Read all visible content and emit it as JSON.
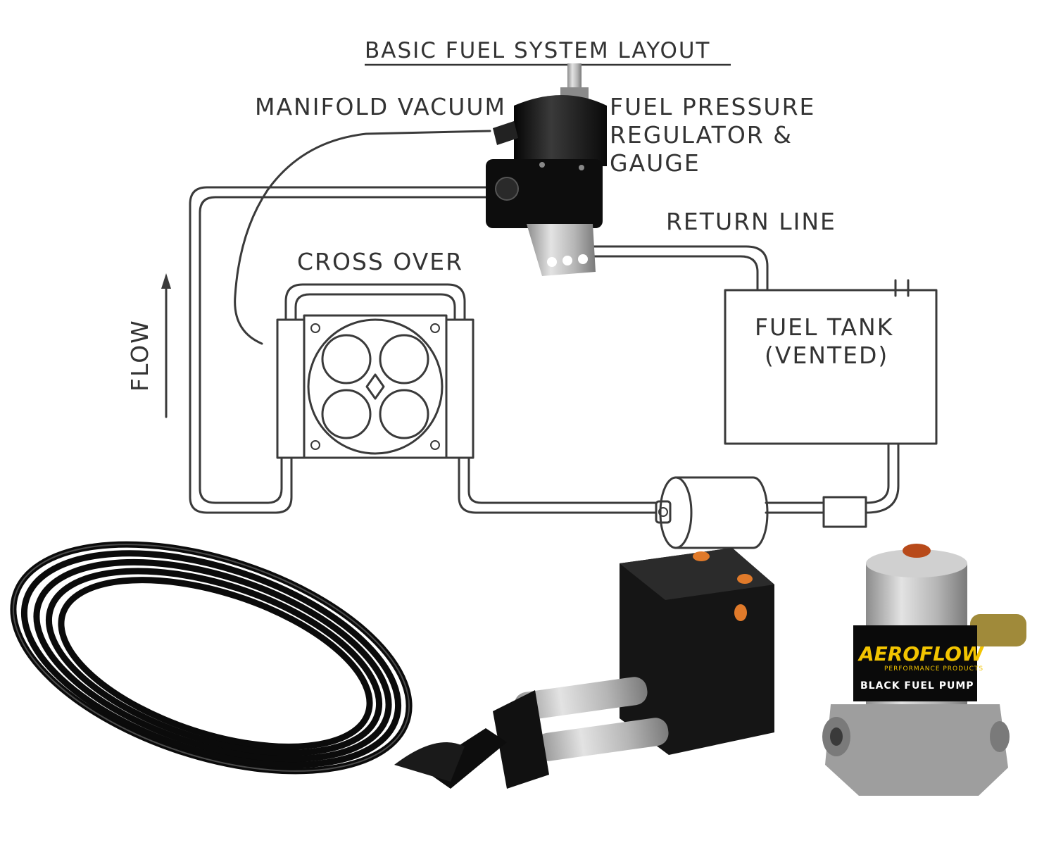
{
  "diagram": {
    "title": "BASIC FUEL SYSTEM LAYOUT",
    "labels": {
      "manifold_vacuum": "MANIFOLD VACUUM",
      "regulator_line1": "FUEL PRESSURE",
      "regulator_line2": "REGULATOR &",
      "regulator_line3": "GAUGE",
      "return_line": "RETURN LINE",
      "cross_over": "CROSS OVER",
      "flow": "FLOW",
      "tank_line1": "FUEL TANK",
      "tank_line2": "(VENTED)"
    }
  },
  "products": {
    "pump_brand": "AEROFLOW",
    "pump_sub": "PERFORMANCE PRODUCTS",
    "pump_name": "BLACK FUEL PUMP"
  },
  "colors": {
    "line": "#3a3a3a",
    "anodized_black": "#111111",
    "pump_silver": "#b8b8b8",
    "orange_plug": "#e07a2a",
    "label_yellow": "#f2c400"
  }
}
